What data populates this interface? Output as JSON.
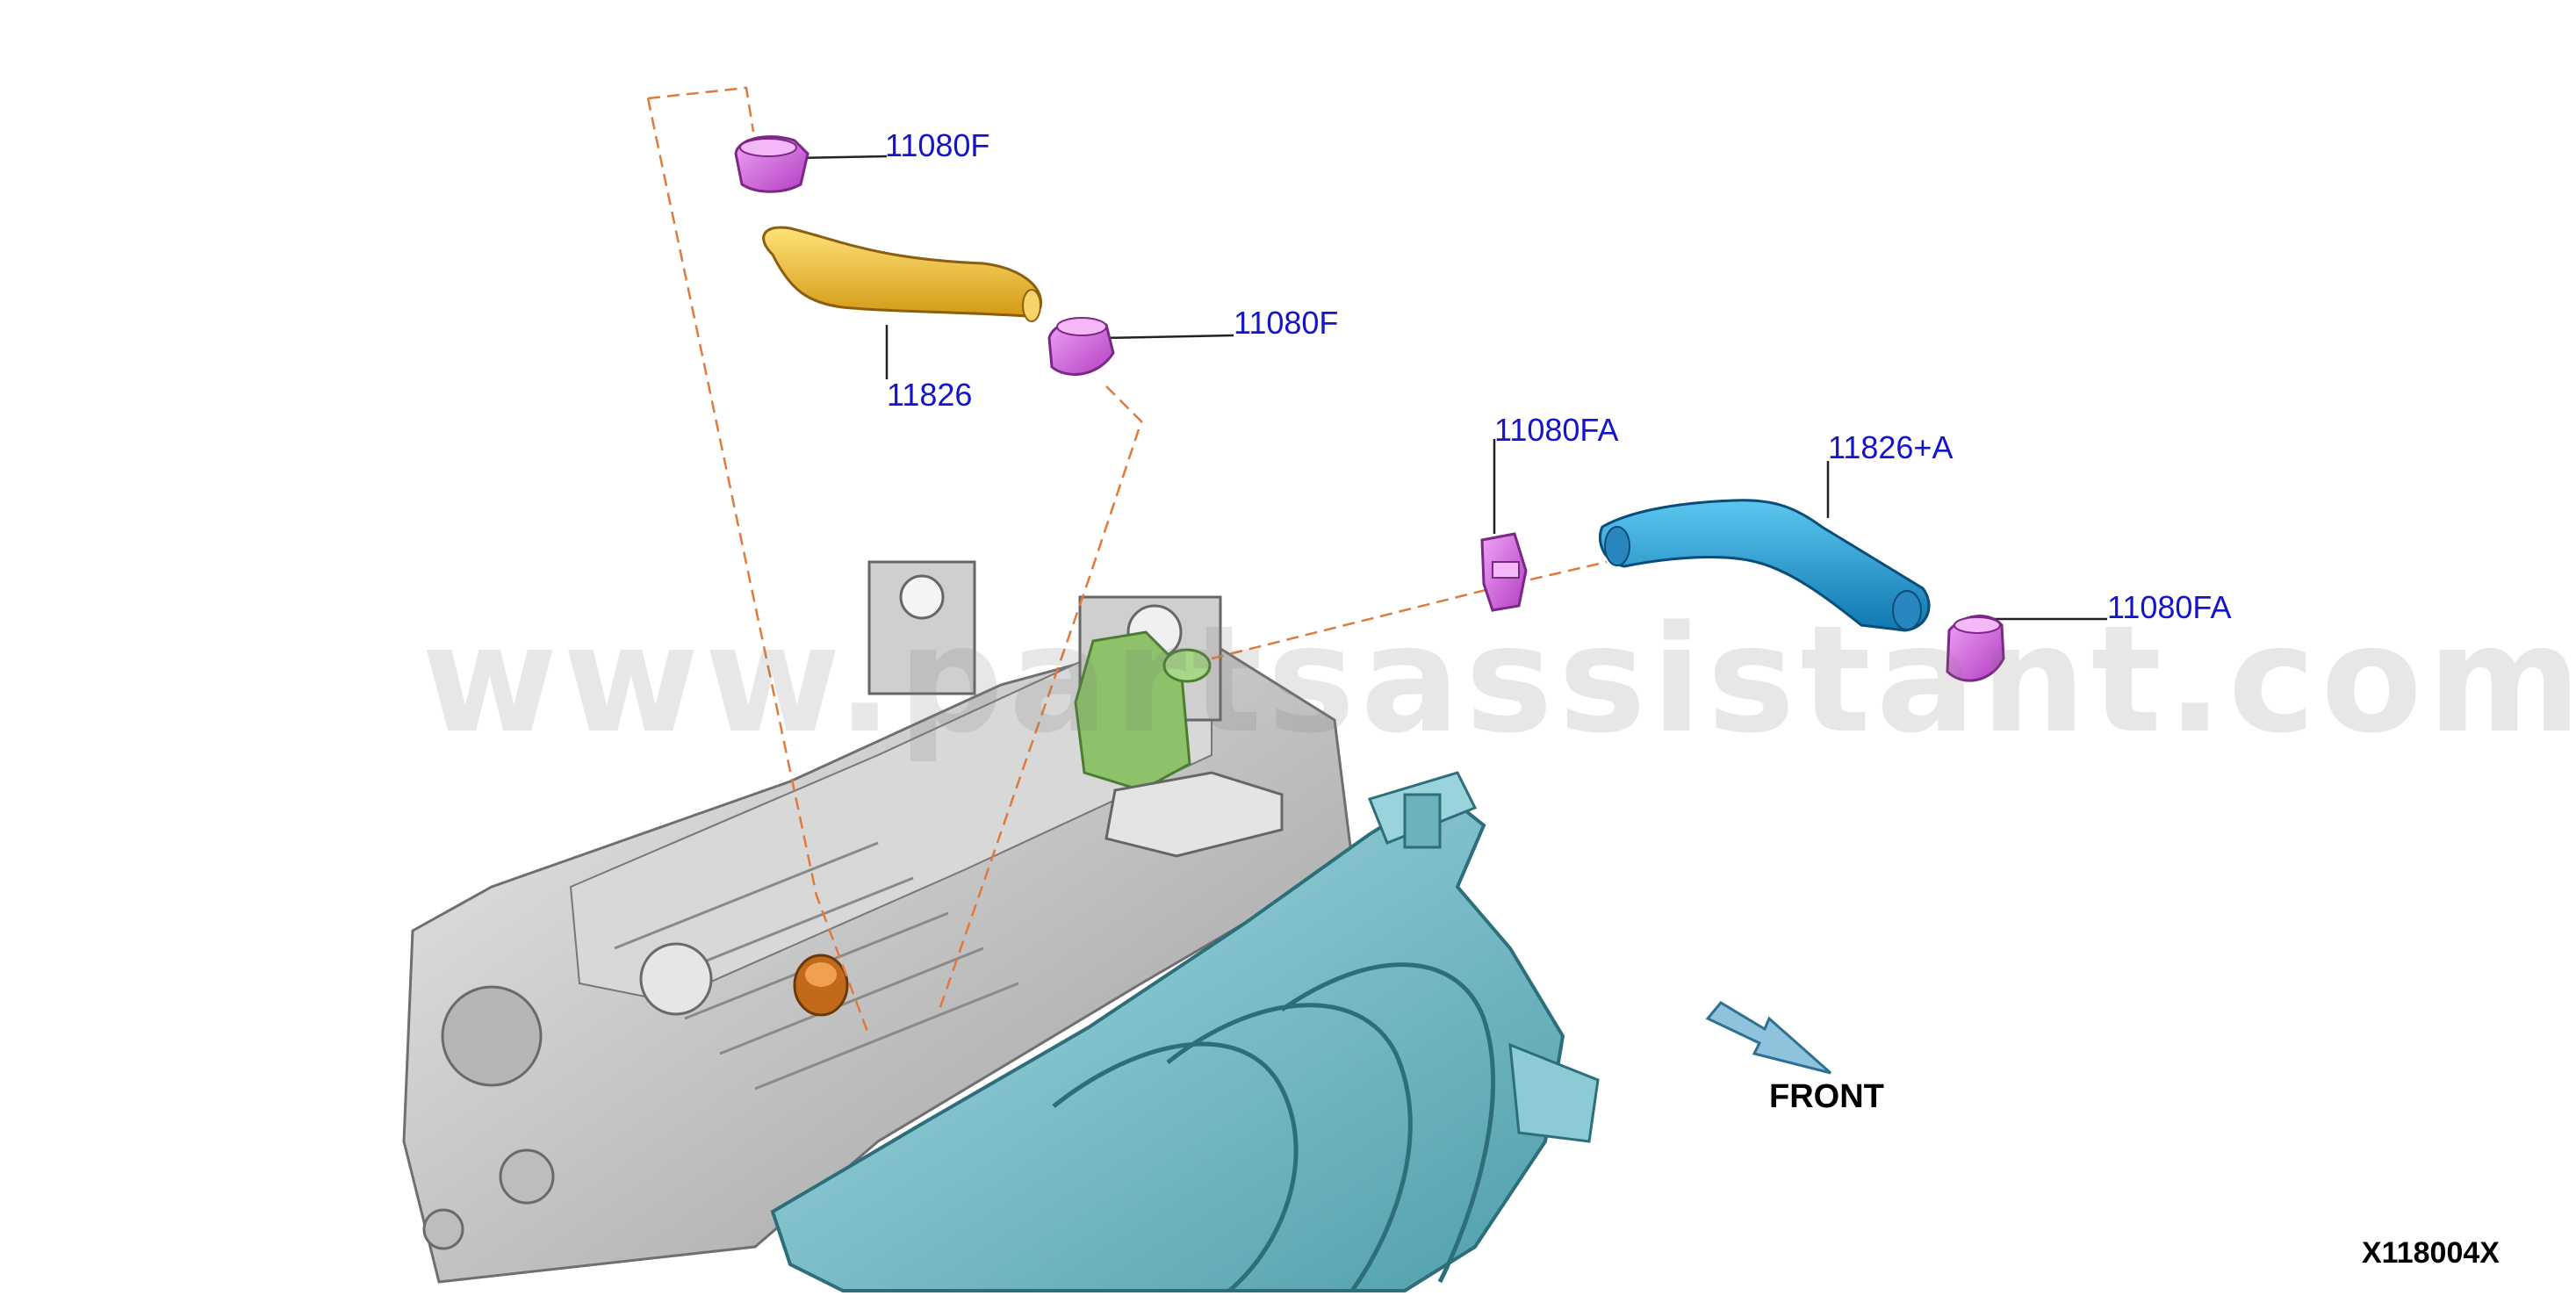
{
  "callouts": {
    "clamp_top": "11080F",
    "clamp_mid": "11080F",
    "hose_yellow": "11826",
    "clamp_fa_left": "11080FA",
    "hose_blue": "11826+A",
    "clamp_fa_right": "11080FA"
  },
  "front_label": "FRONT",
  "diagram_code": "X118004X",
  "watermark": "www.partsassistant.com",
  "colors": {
    "callout_text": "#1414c8",
    "leader_dash": "#e07a3a",
    "clamp": "#d65fe0",
    "hose_yellow": "#f2c12e",
    "hose_blue": "#1e9bd6",
    "engine": "#c9c9c9",
    "manifold": "#7fc4cf",
    "valve": "#8ec26a"
  },
  "icons": [
    "front-arrow-icon"
  ]
}
